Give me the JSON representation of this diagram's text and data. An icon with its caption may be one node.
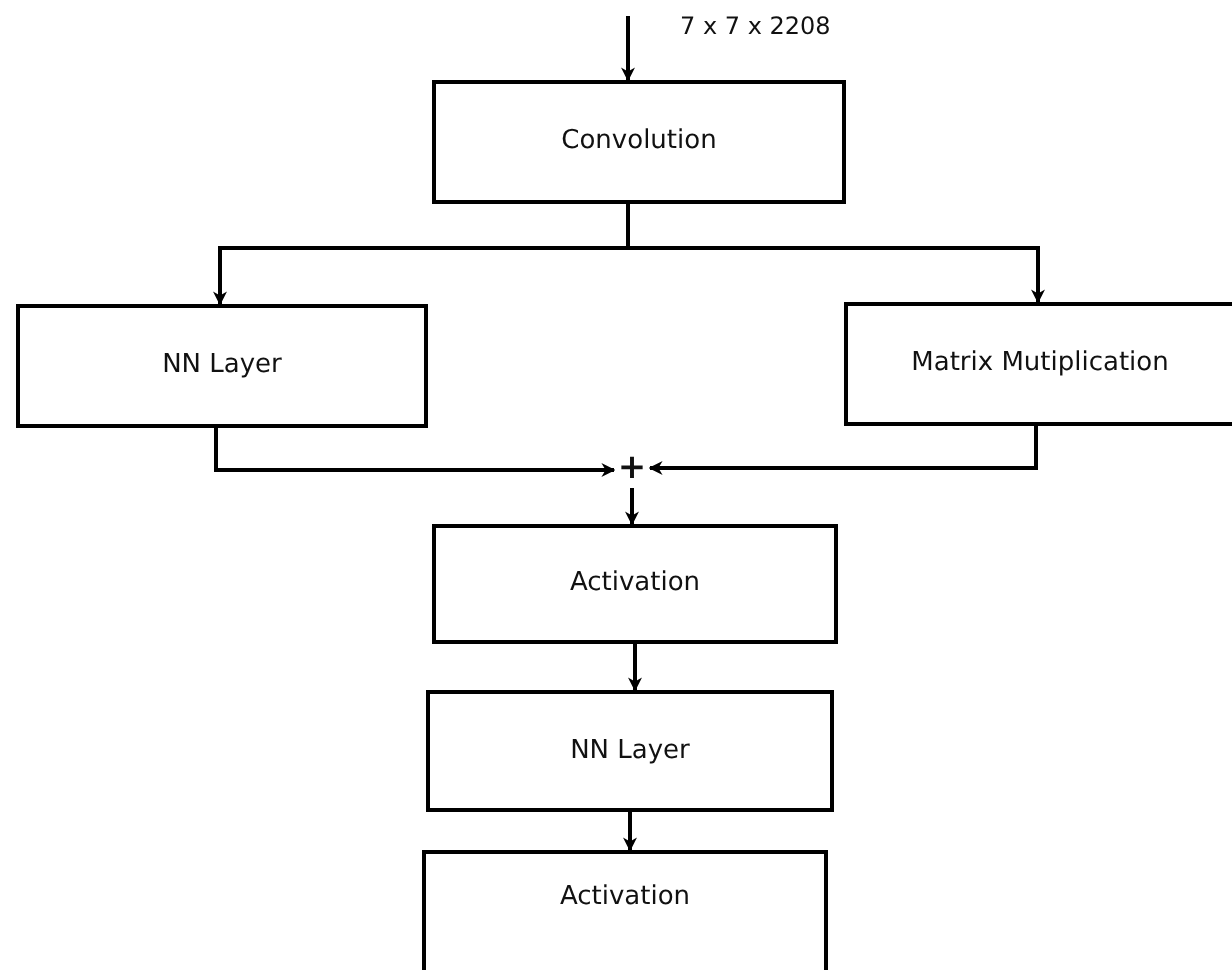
{
  "diagram": {
    "nodes": [
      {
        "text": [
          "Convolution"
        ]
      },
      {
        "text": [
          "NN Layer"
        ]
      },
      {
        "text": [
          "Matrix Mutiplication"
        ]
      },
      {
        "text": [
          "+"
        ]
      },
      {
        "text": [
          "Activation"
        ]
      },
      {
        "text": [
          "NN Layer"
        ]
      },
      {
        "text": [
          "Activation"
        ]
      }
    ],
    "edges": [
      {
        "from": null,
        "to": 0,
        "arrow": "to"
      },
      {
        "from": 0,
        "to": 1,
        "arrow": "to"
      },
      {
        "from": 0,
        "to": 2,
        "arrow": "to"
      },
      {
        "from": 1,
        "to": 3,
        "arrow": "to"
      },
      {
        "from": 2,
        "to": 3,
        "arrow": "to"
      },
      {
        "from": 3,
        "to": 4,
        "arrow": "to"
      },
      {
        "from": 4,
        "to": 5,
        "arrow": "to"
      },
      {
        "from": 5,
        "to": 6,
        "arrow": "to"
      }
    ],
    "labels": [
      "7 x 7 x 2208"
    ]
  }
}
